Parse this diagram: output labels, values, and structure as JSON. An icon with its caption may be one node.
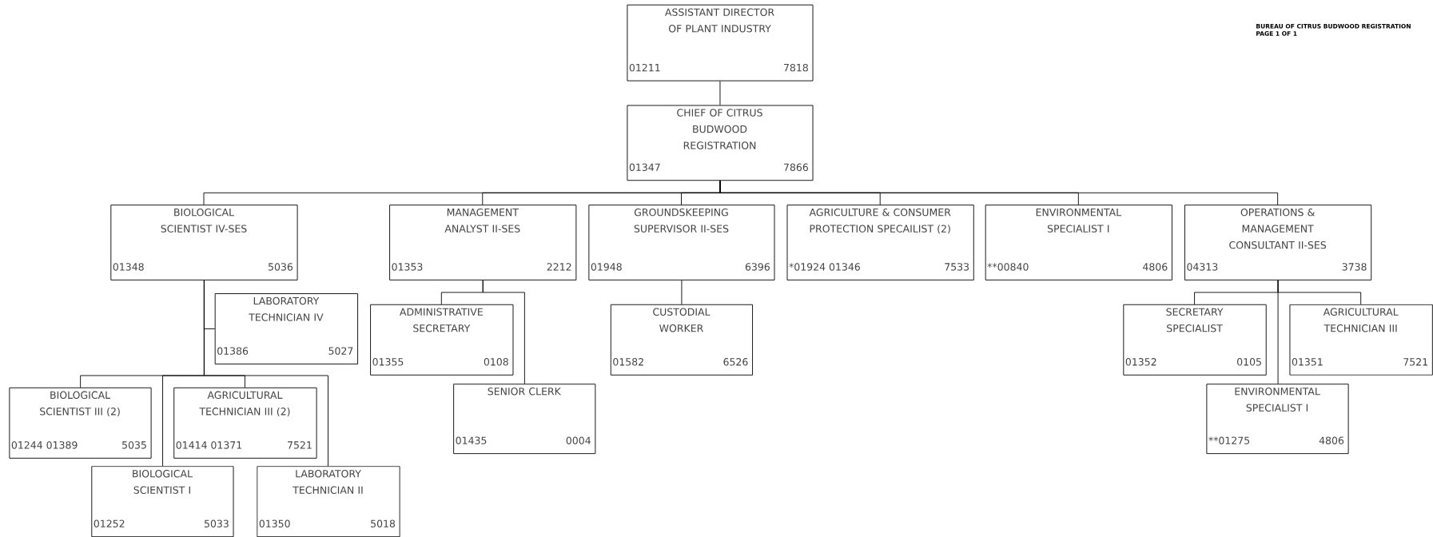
{
  "diagram": {
    "nodes": [
      {
        "text": [
          "ASSISTANT DIRECTOR OF PLANT INDUSTRY",
          "01211",
          "7818"
        ]
      },
      {
        "text": [
          "CHIEF OF CITRUS BUDWOOD REGISTRATION",
          "01347",
          "7866"
        ]
      },
      {
        "text": [
          "BIOLOGICAL SCIENTIST IV-SES",
          "01348",
          "5036"
        ]
      },
      {
        "text": [
          "MANAGEMENT ANALYST II-SES",
          "01353",
          "2212"
        ]
      },
      {
        "text": [
          "GROUNDSKEEPING SUPERVISOR II-SES",
          "01948",
          "6396"
        ]
      },
      {
        "text": [
          "AGRICULTURE & CONSUMER PROTECTION SPECAILIST (2)",
          "*01924 01346",
          "7533"
        ]
      },
      {
        "text": [
          "ENVIRONMENTAL SPECIALIST I",
          "**00840",
          "4806"
        ]
      },
      {
        "text": [
          "OPERATIONS & MANAGEMENT CONSULTANT II-SES",
          "04313",
          "3738"
        ]
      },
      {
        "text": [
          "LABORATORY TECHNICIAN IV",
          "01386",
          "5027"
        ]
      },
      {
        "text": [
          "BIOLOGICAL SCIENTIST III (2)",
          "01244 01389",
          "5035"
        ]
      },
      {
        "text": [
          "AGRICULTURAL TECHNICIAN III (2)",
          "01414 01371",
          "7521"
        ]
      },
      {
        "text": [
          "BIOLOGICAL SCIENTIST I",
          "01252",
          "5033"
        ]
      },
      {
        "text": [
          "LABORATORY TECHNICIAN II",
          "01350",
          "5018"
        ]
      },
      {
        "text": [
          "ADMINISTRATIVE SECRETARY",
          "01355",
          "0108"
        ]
      },
      {
        "text": [
          "SENIOR CLERK",
          "01435",
          "0004"
        ]
      },
      {
        "text": [
          "CUSTODIAL WORKER",
          "01582",
          "6526"
        ]
      },
      {
        "text": [
          "SECRETARY SPECIALIST",
          "01352",
          "0105"
        ]
      },
      {
        "text": [
          "AGRICULTURAL TECHNICIAN III",
          "01351",
          "7521"
        ]
      },
      {
        "text": [
          "ENVIRONMENTAL SPECIALIST I",
          "**01275",
          "4806"
        ]
      }
    ],
    "edges": [
      {
        "from": 0,
        "to": 1,
        "arrow": "none"
      },
      {
        "from": 1,
        "to": 2,
        "arrow": "none"
      },
      {
        "from": 1,
        "to": 3,
        "arrow": "none"
      },
      {
        "from": 1,
        "to": 4,
        "arrow": "none"
      },
      {
        "from": 1,
        "to": 5,
        "arrow": "none"
      },
      {
        "from": 1,
        "to": 6,
        "arrow": "none"
      },
      {
        "from": 1,
        "to": 7,
        "arrow": "none"
      },
      {
        "from": 2,
        "to": 8,
        "arrow": "none"
      },
      {
        "from": 2,
        "to": 9,
        "arrow": "none"
      },
      {
        "from": 2,
        "to": 10,
        "arrow": "none"
      },
      {
        "from": 2,
        "to": 11,
        "arrow": "none"
      },
      {
        "from": 2,
        "to": 12,
        "arrow": "none"
      },
      {
        "from": 3,
        "to": 13,
        "arrow": "none"
      },
      {
        "from": 3,
        "to": 14,
        "arrow": "none"
      },
      {
        "from": 4,
        "to": 15,
        "arrow": "none"
      },
      {
        "from": 7,
        "to": 16,
        "arrow": "none"
      },
      {
        "from": 7,
        "to": 17,
        "arrow": "none"
      },
      {
        "from": 7,
        "to": 18,
        "arrow": "none"
      }
    ],
    "labels": [
      "BUREAU OF CITRUS BUDWOOD REGISTRATION",
      "PAGE 1 OF 1"
    ]
  }
}
